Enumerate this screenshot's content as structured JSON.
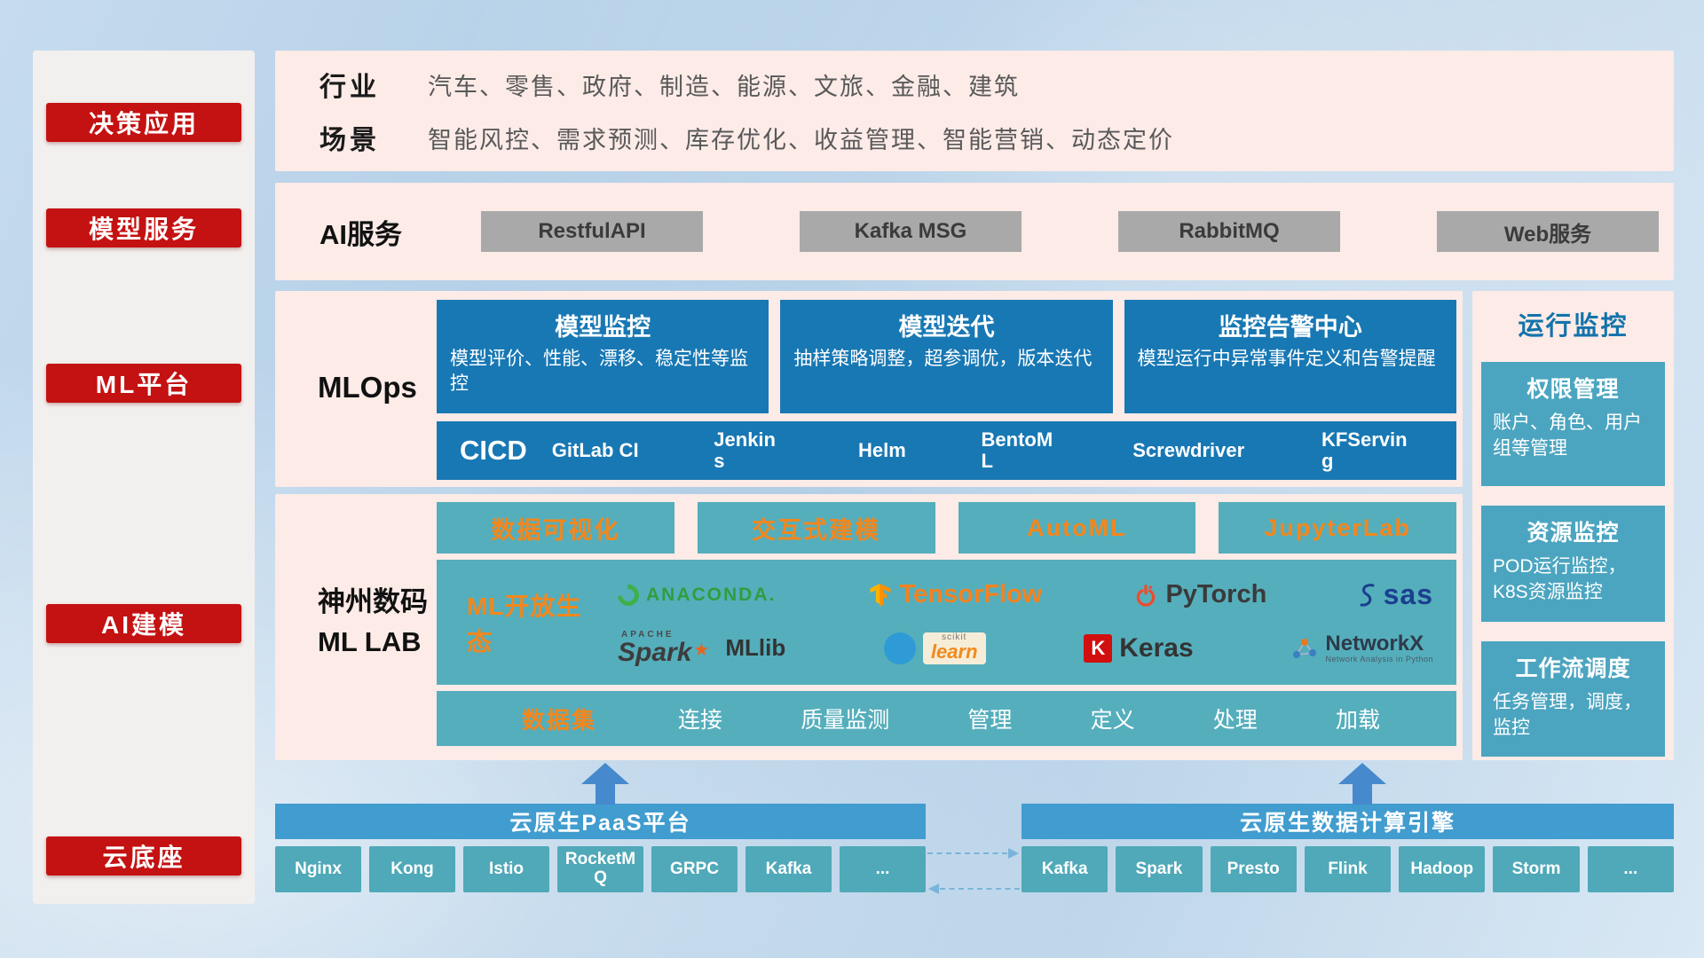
{
  "palette": {
    "accent_red": "#c41111",
    "deep_blue": "#1878b4",
    "teal": "#55aebc",
    "orange_accent": "#f2871d",
    "panel_pink": "#fcebe7",
    "bar_blue": "#419ccf"
  },
  "sidebar": {
    "items": [
      {
        "label": "决策应用"
      },
      {
        "label": "模型服务"
      },
      {
        "label": "ML平台"
      },
      {
        "label": "AI建模"
      },
      {
        "label": "云底座"
      }
    ]
  },
  "industry_panel": {
    "rows": [
      {
        "label": "行业",
        "text": "汽车、零售、政府、制造、能源、文旅、金融、建筑"
      },
      {
        "label": "场景",
        "text": "智能风控、需求预测、库存优化、收益管理、智能营销、动态定价"
      }
    ]
  },
  "ai_service_panel": {
    "label": "AI服务",
    "buttons": [
      "RestfulAPI",
      "Kafka MSG",
      "RabbitMQ",
      "Web服务"
    ]
  },
  "mlops_panel": {
    "label": "MLOps",
    "cards": [
      {
        "title": "模型监控",
        "desc": "模型评价、性能、漂移、稳定性等监控"
      },
      {
        "title": "模型迭代",
        "desc": "抽样策略调整，超参调优，版本迭代"
      },
      {
        "title": "监控告警中心",
        "desc": "模型运行中异常事件定义和告警提醒"
      }
    ],
    "cicd": {
      "title": "CICD",
      "items": [
        "GitLab CI",
        "Jenkins",
        "Helm",
        "BentoML",
        "Screwdriver",
        "KFServing"
      ]
    }
  },
  "monitoring_panel": {
    "title": "运行监控",
    "cards": [
      {
        "title": "权限管理",
        "desc": "账户、角色、用户组等管理"
      },
      {
        "title": "资源监控",
        "desc": "POD运行监控，K8S资源监控"
      },
      {
        "title": "工作流调度",
        "desc": "任务管理，调度，监控"
      }
    ]
  },
  "mllab_panel": {
    "label_line1": "神州数码",
    "label_line2": "ML LAB",
    "tools": [
      "数据可视化",
      "交互式建模",
      "AutoML",
      "JupyterLab"
    ],
    "ecosystem": {
      "label": "ML开放生态",
      "anaconda": "ANACONDA.",
      "tensorflow": "TensorFlow",
      "pytorch": "PyTorch",
      "sas": "sas",
      "apache": "APACHE",
      "spark": "Spark",
      "mllib": "MLlib",
      "scikit": "scikit",
      "learn": "learn",
      "keras_k": "K",
      "keras": "Keras",
      "networkx": "NetworkX",
      "networkx_sub": "Network Analysis in Python"
    },
    "dataset": {
      "label": "数据集",
      "items": [
        "连接",
        "质量监测",
        "管理",
        "定义",
        "处理",
        "加载"
      ]
    }
  },
  "cloud_section": {
    "paas": {
      "title": "云原生PaaS平台",
      "buttons": [
        "Nginx",
        "Kong",
        "Istio",
        "RocketMQ",
        "GRPC",
        "Kafka",
        "..."
      ]
    },
    "engine": {
      "title": "云原生数据计算引擎",
      "buttons": [
        "Kafka",
        "Spark",
        "Presto",
        "Flink",
        "Hadoop",
        "Storm",
        "..."
      ]
    }
  }
}
